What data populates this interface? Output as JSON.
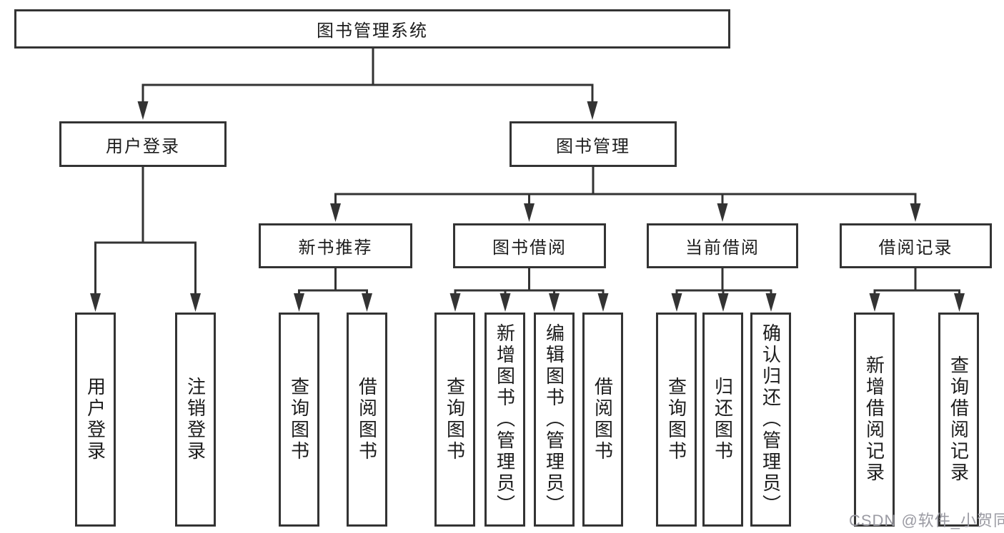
{
  "diagram_title": "图书管理系统",
  "watermark": "CSDN @软件_小贺同学",
  "colors": {
    "line": "#333333",
    "node_border": "#333333",
    "text": "#1c1c1c",
    "watermark": "#9b9ba3",
    "background": "#ffffff"
  },
  "tree": {
    "root": {
      "label": "图书管理系统",
      "children": [
        {
          "label": "用户登录",
          "children": [
            {
              "label": "用户登录"
            },
            {
              "label": "注销登录"
            }
          ]
        },
        {
          "label": "图书管理",
          "children": [
            {
              "label": "新书推荐",
              "children": [
                {
                  "label": "查询图书"
                },
                {
                  "label": "借阅图书"
                }
              ]
            },
            {
              "label": "图书借阅",
              "children": [
                {
                  "label": "查询图书"
                },
                {
                  "label": "新增图书（管理员）"
                },
                {
                  "label": "编辑图书（管理员）"
                },
                {
                  "label": "借阅图书"
                }
              ]
            },
            {
              "label": "当前借阅",
              "children": [
                {
                  "label": "查询图书"
                },
                {
                  "label": "归还图书"
                },
                {
                  "label": "确认归还（管理员）"
                }
              ]
            },
            {
              "label": "借阅记录",
              "children": [
                {
                  "label": "新增借阅记录"
                },
                {
                  "label": "查询借阅记录"
                }
              ]
            }
          ]
        }
      ]
    }
  }
}
